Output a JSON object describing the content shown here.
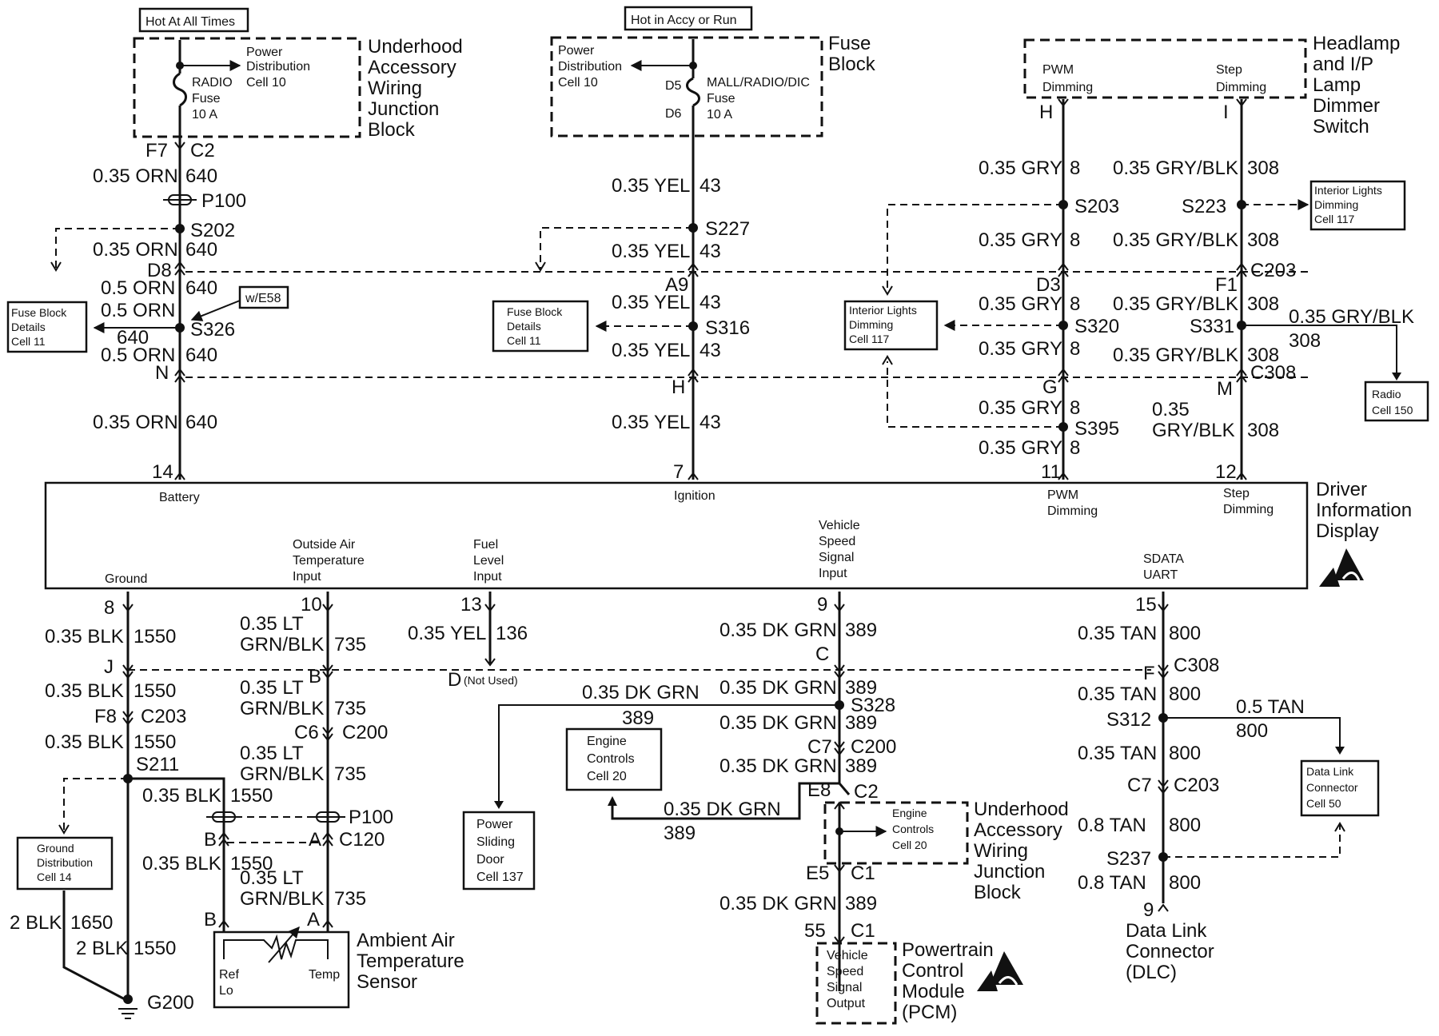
{
  "top": {
    "hot_all_times": "Hot At All Times",
    "hot_accy_run": "Hot in Accy or Run",
    "uh_block_1": "Underhood",
    "uh_block_2": "Accessory",
    "uh_block_3": "Wiring",
    "uh_block_4": "Junction",
    "uh_block_5": "Block",
    "pdc_a": "Power",
    "pdc_b": "Distribution",
    "pdc_c": "Cell 10",
    "radio_fuse_1": "RADIO",
    "radio_fuse_2": "Fuse",
    "radio_fuse_3": "10 A",
    "fuse_block_1": "Fuse",
    "fuse_block_2": "Block",
    "d5": "D5",
    "d6": "D6",
    "mall_fuse_1": "MALL/RADIO/DIC",
    "mall_fuse_2": "Fuse",
    "mall_fuse_3": "10 A",
    "hl_1": "Headlamp",
    "hl_2": "and I/P",
    "hl_3": "Lamp",
    "hl_4": "Dimmer",
    "hl_5": "Switch",
    "pwm_1": "PWM",
    "pwm_2": "Dimming",
    "step_1": "Step",
    "step_2": "Dimming"
  },
  "bat": {
    "f7": "F7",
    "c2": "C2",
    "w1a": "0.35 ORN",
    "w1b": "640",
    "p100": "P100",
    "s202": "S202",
    "w2a": "0.35 ORN",
    "w2b": "640",
    "d8": "D8",
    "w3a": "0.5 ORN",
    "w3b": "640",
    "w4a": "0.5 ORN",
    "we58": "w/E58",
    "s326": "S326",
    "side640": "640",
    "w5a": "0.5 ORN",
    "w5b": "640",
    "n": "N",
    "w6a": "0.35 ORN",
    "w6b": "640",
    "pin": "14"
  },
  "ign": {
    "w1a": "0.35 YEL",
    "w1b": "43",
    "s227": "S227",
    "w2a": "0.35 YEL",
    "w2b": "43",
    "a9": "A9",
    "w3a": "0.35 YEL",
    "w3b": "43",
    "s316": "S316",
    "w4a": "0.35 YEL",
    "w4b": "43",
    "h": "H",
    "w5a": "0.35 YEL",
    "w5b": "43",
    "pin": "7"
  },
  "pwm": {
    "h": "H",
    "w1a": "0.35 GRY",
    "w1b": "8",
    "s203": "S203",
    "w2a": "0.35 GRY",
    "w2b": "8",
    "d3": "D3",
    "w3a": "0.35 GRY",
    "w3b": "8",
    "s320": "S320",
    "w4a": "0.35 GRY",
    "w4b": "8",
    "g": "G",
    "w5a": "0.35 GRY",
    "w5b": "8",
    "s395": "S395",
    "w6a": "0.35 GRY",
    "w6b": "8",
    "pin": "11"
  },
  "stp": {
    "i": "I",
    "w1a": "0.35 GRY/BLK",
    "w1b": "308",
    "s223": "S223",
    "w2a": "0.35 GRY/BLK",
    "w2b": "308",
    "f1": "F1",
    "c203": "C203",
    "w3a": "0.35 GRY/BLK",
    "w3b": "308",
    "s331": "S331",
    "side_a": "0.35 GRY/BLK",
    "side_b": "308",
    "w4a": "0.35 GRY/BLK",
    "w4b": "308",
    "c308": "C308",
    "m": "M",
    "w5a": "0.35",
    "w5c": "GRY/BLK",
    "w5b": "308",
    "pin": "12"
  },
  "refs": {
    "fb_1": "Fuse Block",
    "fb_2": "Details",
    "fb_3": "Cell 11",
    "il_1": "Interior Lights",
    "il_2": "Dimming",
    "il_3": "Cell 117",
    "radio_1": "Radio",
    "radio_2": "Cell 150",
    "gd_1": "Ground",
    "gd_2": "Distribution",
    "gd_3": "Cell 14",
    "ec_1": "Engine",
    "ec_2": "Controls",
    "ec_3": "Cell 20",
    "psd_1": "Power",
    "psd_2": "Sliding",
    "psd_3": "Door",
    "psd_4": "Cell 137",
    "dlc_1": "Data Link",
    "dlc_2": "Connector",
    "dlc_3": "Cell 50"
  },
  "dic": {
    "battery": "Battery",
    "ignition": "Ignition",
    "pwm_1": "PWM",
    "pwm_2": "Dimming",
    "step_1": "Step",
    "step_2": "Dimming",
    "ground": "Ground",
    "oat_1": "Outside Air",
    "oat_2": "Temperature",
    "oat_3": "Input",
    "fuel_1": "Fuel",
    "fuel_2": "Level",
    "fuel_3": "Input",
    "vss_1": "Vehicle",
    "vss_2": "Speed",
    "vss_3": "Signal",
    "vss_4": "Input",
    "sdata_1": "SDATA",
    "sdata_2": "UART",
    "name_1": "Driver",
    "name_2": "Information",
    "name_3": "Display"
  },
  "gnd": {
    "pin": "8",
    "w1a": "0.35 BLK",
    "w1b": "1550",
    "j": "J",
    "w2a": "0.35 BLK",
    "w2b": "1550",
    "f8": "F8",
    "c203": "C203",
    "w3a": "0.35 BLK",
    "w3b": "1550",
    "s211": "S211",
    "w4a": "0.35 BLK",
    "w4b": "1550",
    "b": "B",
    "w5a": "0.35 BLK",
    "w5b": "1550",
    "b2": "B",
    "w6a": "2 BLK",
    "w6b": "1650",
    "w7a": "2 BLK",
    "w7b": "1550",
    "g200": "G200"
  },
  "oat": {
    "pin": "10",
    "w1a": "0.35 LT",
    "w1c": "GRN/BLK",
    "w1b": "735",
    "b": "B",
    "w2a": "0.35 LT",
    "w2c": "GRN/BLK",
    "w2b": "735",
    "c6": "C6",
    "c200": "C200",
    "w3a": "0.35 LT",
    "w3c": "GRN/BLK",
    "w3b": "735",
    "p100": "P100",
    "a": "A",
    "c120": "C120",
    "w4a": "0.35 LT",
    "w4c": "GRN/BLK",
    "w4b": "735",
    "a2": "A",
    "ref_1": "Ref",
    "ref_2": "Lo",
    "temp": "Temp",
    "name_1": "Ambient Air",
    "name_2": "Temperature",
    "name_3": "Sensor"
  },
  "fuel": {
    "pin": "13",
    "w1a": "0.35 YEL",
    "w1b": "136",
    "d": "D",
    "not_used": "(Not Used)"
  },
  "vss": {
    "pin": "9",
    "w1a": "0.35 DK GRN",
    "w1b": "389",
    "c": "C",
    "w2a": "0.35 DK GRN",
    "w2b": "389",
    "s328": "S328",
    "left_a": "0.35 DK GRN",
    "left_b": "389",
    "w3a": "0.35 DK GRN",
    "w3b": "389",
    "c7": "C7",
    "c200": "C200",
    "w4a": "0.35 DK GRN",
    "w4b": "389",
    "e8": "E8",
    "c2": "C2",
    "ec_a": "0.35 DK GRN",
    "ec_b": "389",
    "e5": "E5",
    "c1": "C1",
    "w5a": "0.35 DK GRN",
    "w5b": "389",
    "p55": "55",
    "c1b": "C1",
    "vso_1": "Vehicle",
    "vso_2": "Speed",
    "vso_3": "Signal",
    "vso_4": "Output",
    "pcm_1": "Powertrain",
    "pcm_2": "Control",
    "pcm_3": "Module",
    "pcm_4": "(PCM)"
  },
  "sd": {
    "pin": "15",
    "w1a": "0.35 TAN",
    "w1b": "800",
    "f": "F",
    "c308": "C308",
    "w2a": "0.35 TAN",
    "w2b": "800",
    "s312": "S312",
    "side_a": "0.5 TAN",
    "side_b": "800",
    "w3a": "0.35 TAN",
    "w3b": "800",
    "c7": "C7",
    "c203": "C203",
    "w4a": "0.8 TAN",
    "w4b": "800",
    "s237": "S237",
    "w5a": "0.8 TAN",
    "w5b": "800",
    "pin9": "9",
    "dlc_1": "Data Link",
    "dlc_2": "Connector",
    "dlc_3": "(DLC)"
  }
}
